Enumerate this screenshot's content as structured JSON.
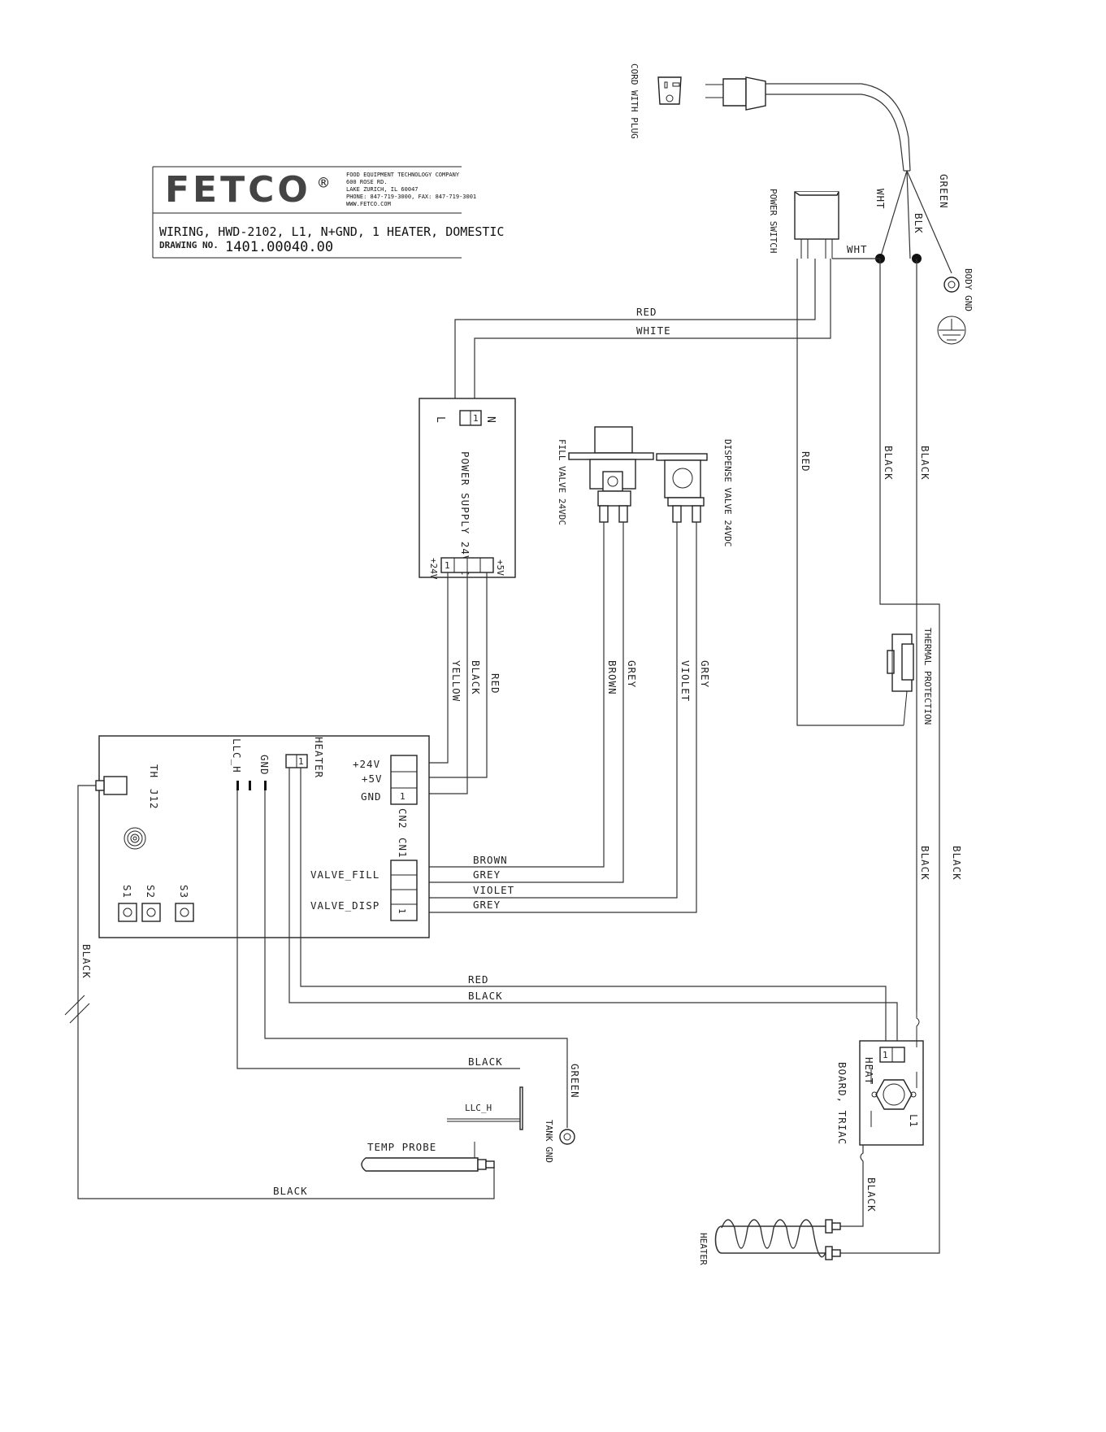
{
  "title_block": {
    "company": "FETCO",
    "registered": "®",
    "address_lines": [
      "FOOD EQUIPMENT TECHNOLOGY COMPANY",
      "600 ROSE RD.",
      "LAKE ZURICH, IL 60047",
      "PHONE: 847-719-3000, FAX: 847-719-3001",
      "WWW.FETCO.COM"
    ],
    "drawing_title": "WIRING, HWD-2102, L1, N+GND, 1 HEATER, DOMESTIC",
    "drawing_no_label": "DRAWING NO.",
    "drawing_no": "1401.00040.00"
  },
  "components": {
    "cord": "CORD WITH PLUG",
    "power_switch": "POWER SWITCH",
    "body_gnd": "BODY GND",
    "power_supply": "POWER SUPPLY 24VDC",
    "fill_valve": "FILL VALVE 24VDC",
    "dispense_valve": "DISPENSE VALVE 24VDC",
    "thermal_protection": "THERMAL PROTECTION",
    "board_triac": "BOARD, TRIAC",
    "heater": "HEATER",
    "tank_gnd": "TANK GND",
    "temp_probe": "TEMP PROBE",
    "llc_h_probe": "LLC_H"
  },
  "pins": {
    "ps_L": "L",
    "ps_N": "N",
    "ps_24v": "+24V",
    "ps_5v": "+5V",
    "one": "1",
    "triac_heat": "HEAT",
    "triac_l1": "L1"
  },
  "controller": {
    "th": "TH",
    "j12": "J12",
    "llc_h": "LLC_H",
    "gnd": "GND",
    "heater": "HEATER",
    "p24v": "+24V",
    "p5v": "+5V",
    "pgnd": "GND",
    "cn2": "CN2",
    "cn1": "CN1",
    "valve_fill": "VALVE_FILL",
    "valve_disp": "VALVE_DISP",
    "s1": "S1",
    "s2": "S2",
    "s3": "S3"
  },
  "wires": {
    "white": "WHITE",
    "red": "RED",
    "black": "BLACK",
    "green": "GREEN",
    "blk": "BLK",
    "wht": "WHT",
    "yellow": "YELLOW",
    "brown": "BROWN",
    "grey": "GREY",
    "violet": "VIOLET"
  }
}
